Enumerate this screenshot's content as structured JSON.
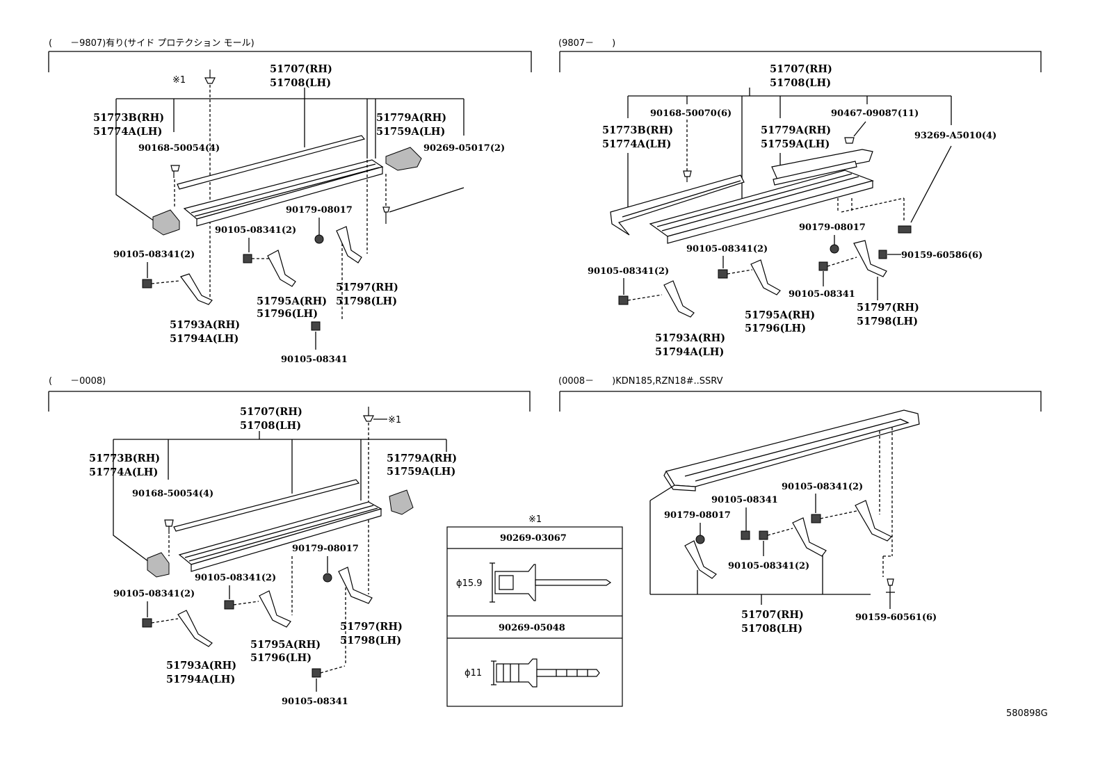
{
  "sections": {
    "top_left": {
      "header": "(　　－9807)有り(サイド プロテクション モール)",
      "main_rh": "51707(RH)",
      "main_lh": "51708(LH)",
      "mark": "※1",
      "end_cap_rh": "51773B(RH)",
      "end_cap_lh": "51774A(LH)",
      "rear_cap_rh": "51779A(RH)",
      "rear_cap_lh": "51759A(LH)",
      "clip": "90168-50054(4)",
      "rivet": "90269-05017(2)",
      "nut": "90179-08017",
      "bolt_a": "90105-08341(2)",
      "bolt_b": "90105-08341(2)",
      "bolt_c": "90105-08341",
      "bracket_a_rh": "51793A(RH)",
      "bracket_a_lh": "51794A(LH)",
      "bracket_b_rh": "51795A(RH)",
      "bracket_b_lh": "51796(LH)",
      "bracket_c_rh": "51797(RH)",
      "bracket_c_lh": "51798(LH)"
    },
    "top_right": {
      "header": "(9807－　　)",
      "main_rh": "51707(RH)",
      "main_lh": "51708(LH)",
      "clip": "90168-50070(6)",
      "screw": "90467-09087(11)",
      "end_cap_rh": "51773B(RH)",
      "end_cap_lh": "51774A(LH)",
      "rear_cap_rh": "51779A(RH)",
      "rear_cap_lh": "51759A(LH)",
      "bolt_big": "93269-A5010(4)",
      "nut": "90179-08017",
      "bolt_d": "90159-60586(6)",
      "bolt_a": "90105-08341(2)",
      "bolt_b": "90105-08341(2)",
      "bolt_c": "90105-08341",
      "bracket_a_rh": "51793A(RH)",
      "bracket_a_lh": "51794A(LH)",
      "bracket_b_rh": "51795A(RH)",
      "bracket_b_lh": "51796(LH)",
      "bracket_c_rh": "51797(RH)",
      "bracket_c_lh": "51798(LH)"
    },
    "bottom_left": {
      "header": "(　　－0008)",
      "main_rh": "51707(RH)",
      "main_lh": "51708(LH)",
      "mark": "※1",
      "end_cap_rh": "51773B(RH)",
      "end_cap_lh": "51774A(LH)",
      "rear_cap_rh": "51779A(RH)",
      "rear_cap_lh": "51759A(LH)",
      "clip": "90168-50054(4)",
      "nut": "90179-08017",
      "bolt_a": "90105-08341(2)",
      "bolt_b": "90105-08341(2)",
      "bolt_c": "90105-08341",
      "bracket_a_rh": "51793A(RH)",
      "bracket_a_lh": "51794A(LH)",
      "bracket_b_rh": "51795A(RH)",
      "bracket_b_lh": "51796(LH)",
      "bracket_c_rh": "51797(RH)",
      "bracket_c_lh": "51798(LH)"
    },
    "bottom_right": {
      "header": "(0008－　　)KDN185,RZN18#..SSRV",
      "bolt_e": "90105-08341(2)",
      "bolt_f": "90105-08341",
      "nut": "90179-08017",
      "bolt_g": "90105-08341(2)",
      "main_rh": "51707(RH)",
      "main_lh": "51708(LH)",
      "bolt_d": "90159-60561(6)"
    }
  },
  "rivet_table": {
    "title": "※1",
    "rows": [
      {
        "part": "90269-03067",
        "dia": "ϕ15.9"
      },
      {
        "part": "90269-05048",
        "dia": "ϕ11"
      }
    ]
  },
  "figure_code": "580898G"
}
